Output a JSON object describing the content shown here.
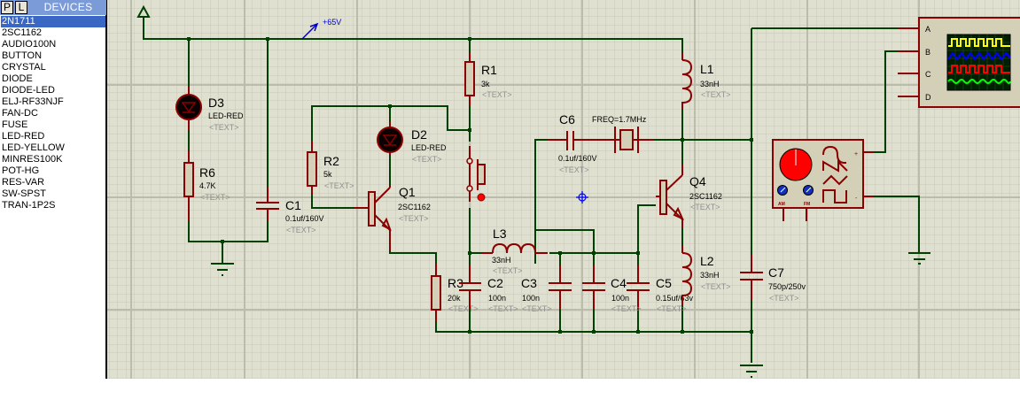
{
  "left_panel": {
    "tabs": [
      {
        "label": "P"
      },
      {
        "label": "L"
      }
    ],
    "title": "DEVICES",
    "devices": [
      "2N1711",
      "2SC1162",
      "AUDIO100N",
      "BUTTON",
      "CRYSTAL",
      "DIODE",
      "DIODE-LED",
      "ELJ-RF33NJF",
      "FAN-DC",
      "FUSE",
      "LED-RED",
      "LED-YELLOW",
      "MINRES100K",
      "POT-HG",
      "RES-VAR",
      "SW-SPST",
      "TRAN-1P2S"
    ],
    "selected_index": 0
  },
  "schematic": {
    "power_terminal": {
      "label": "+65V"
    },
    "components": {
      "D3": {
        "ref": "D3",
        "value": "LED-RED",
        "text": "<TEXT>"
      },
      "R6": {
        "ref": "R6",
        "value": "4.7K",
        "text": "<TEXT>"
      },
      "C1": {
        "ref": "C1",
        "value": "0.1uf/160V",
        "text": "<TEXT>"
      },
      "R2": {
        "ref": "R2",
        "value": "5k",
        "text": "<TEXT>"
      },
      "D2": {
        "ref": "D2",
        "value": "LED-RED",
        "text": "<TEXT>"
      },
      "Q1": {
        "ref": "Q1",
        "value": "2SC1162",
        "text": "<TEXT>"
      },
      "R1": {
        "ref": "R1",
        "value": "3k",
        "text": "<TEXT>"
      },
      "C6": {
        "ref": "C6",
        "value": "0.1uf/160V",
        "text": "<TEXT>"
      },
      "X1": {
        "value": "FREQ=1.7MHz"
      },
      "L1": {
        "ref": "L1",
        "value": "33nH",
        "text": "<TEXT>"
      },
      "Q4": {
        "ref": "Q4",
        "value": "2SC1162",
        "text": "<TEXT>"
      },
      "L3": {
        "ref": "L3",
        "value": "33nH",
        "text": "<TEXT>"
      },
      "R3": {
        "ref": "R3",
        "value": "20k",
        "text": "<TEXT>"
      },
      "C2": {
        "ref": "C2",
        "value": "100n",
        "text": "<TEXT>"
      },
      "C3": {
        "ref": "C3",
        "value": "100n",
        "text": "<TEXT>"
      },
      "C4": {
        "ref": "C4",
        "value": "100n",
        "text": "<TEXT>"
      },
      "C5": {
        "ref": "C5",
        "value": "0.15uf/63v",
        "text": "<TEXT>"
      },
      "L2": {
        "ref": "L2",
        "value": "33nH",
        "text": "<TEXT>"
      },
      "C7": {
        "ref": "C7",
        "value": "750p/250v",
        "text": "<TEXT>"
      }
    },
    "oscilloscope": {
      "channels": [
        "A",
        "B",
        "C",
        "D"
      ],
      "trace_colors": [
        "#ffff00",
        "#0000ff",
        "#ff0000",
        "#00ff00"
      ]
    },
    "signal_generator": {
      "terminals": [
        "+",
        "-"
      ],
      "knob_labels": [
        "AM",
        "FM"
      ]
    }
  },
  "colors": {
    "wire": "#004000",
    "component": "#8b0000",
    "body_fill": "#d4d0b8",
    "grid": "#c8c8b8",
    "canvas": "#e0e0d0",
    "selection": "#3a66c4",
    "panel_header": "#7b9bd8"
  }
}
